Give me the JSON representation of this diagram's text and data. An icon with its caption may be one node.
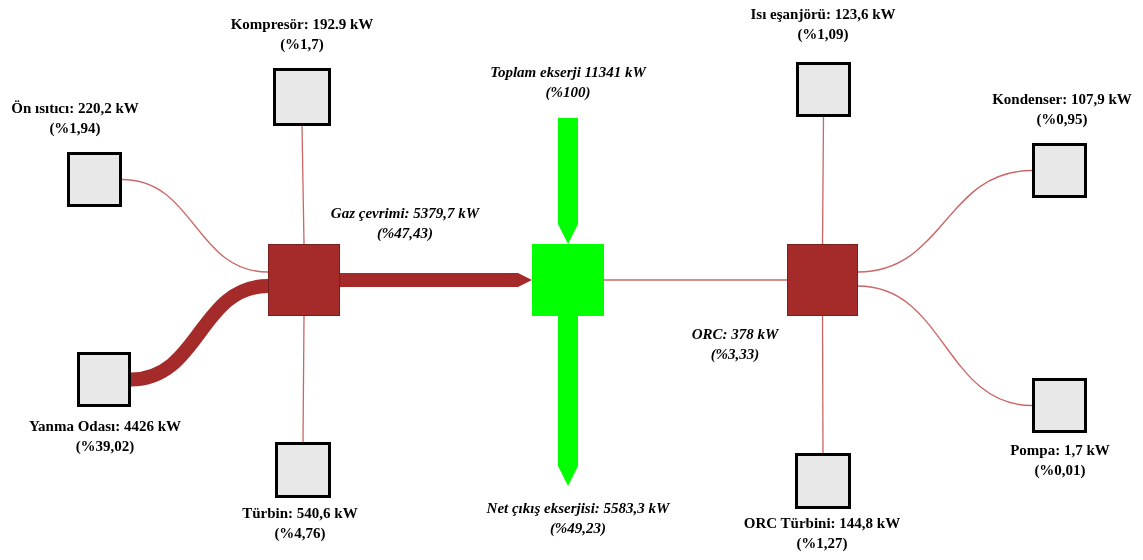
{
  "diagram": {
    "nodes": [
      {
        "text": [
          "Kompresör: 192.9 kW",
          "(%1,7)"
        ]
      },
      {
        "text": [
          "Ön ısıtıcı: 220,2 kW",
          "(%1,94)"
        ]
      },
      {
        "text": [
          "Yanma Odası: 4426 kW",
          "(%39,02)"
        ]
      },
      {
        "text": [
          "Türbin: 540,6 kW",
          "(%4,76)"
        ]
      },
      {
        "text": [
          "Gaz çevrimi: 5379,7 kW",
          "(%47,43)"
        ]
      },
      {
        "text": [],
        "shape": "box"
      },
      {
        "text": [
          "ORC: 378 kW",
          "(%3,33)"
        ]
      },
      {
        "text": [
          "Isı eşanjörü: 123,6 kW",
          "(%1,09)"
        ]
      },
      {
        "text": [
          "Kondenser: 107,9 kW",
          "(%0,95)"
        ]
      },
      {
        "text": [
          "Pompa: 1,7 kW",
          "(%0,01)"
        ]
      },
      {
        "text": [
          "ORC Türbini: 144,8 kW",
          "(%1,27)"
        ]
      }
    ],
    "edges": [
      {
        "from": 0,
        "to": 4,
        "arrow": "none"
      },
      {
        "from": 1,
        "to": 4,
        "arrow": "none"
      },
      {
        "from": 2,
        "to": 4,
        "arrow": "none",
        "style": "thick",
        "color": "#a52a2a"
      },
      {
        "from": 3,
        "to": 4,
        "arrow": "none"
      },
      {
        "from": 4,
        "to": 5,
        "arrow": "to",
        "style": "thick",
        "color": "#a52a2a"
      },
      {
        "from": null,
        "to": 5,
        "arrow": "to",
        "style": "thick",
        "color": "#00ff00",
        "label": "Toplam ekserji 11341 kW (%100)"
      },
      {
        "from": 5,
        "to": null,
        "arrow": "to",
        "style": "thick",
        "color": "#00ff00",
        "label": "Net çıkış ekserjisi: 5583,3 kW (%49,23)"
      },
      {
        "from": 5,
        "to": 6,
        "arrow": "none"
      },
      {
        "from": 6,
        "to": 7,
        "arrow": "none"
      },
      {
        "from": 6,
        "to": 8,
        "arrow": "none"
      },
      {
        "from": 6,
        "to": 9,
        "arrow": "none"
      },
      {
        "from": 6,
        "to": 10,
        "arrow": "none"
      }
    ]
  }
}
